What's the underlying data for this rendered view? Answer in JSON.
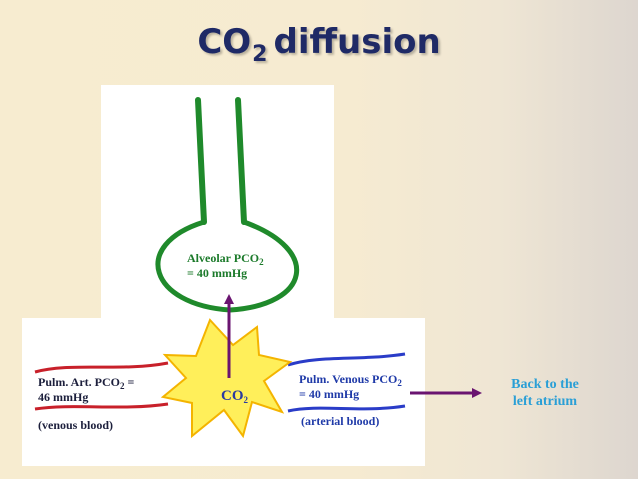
{
  "title": {
    "main": "CO",
    "sub": "2",
    "rest": "diffusion"
  },
  "alveolar": {
    "line1_a": "Alveolar PCO",
    "line1_sub": "2",
    "line2": "= 40 mmHg"
  },
  "artery": {
    "line1_a": "Pulm. Art. PCO",
    "line1_sub": "2",
    "line1_b": " =",
    "line2": "46 mmHg",
    "note": "(venous blood)"
  },
  "center": {
    "a": "CO",
    "sub": "2"
  },
  "vein": {
    "line1_a": "Pulm. Venous PCO",
    "line1_sub": "2",
    "line2": "= 40 mmHg",
    "note": "(arterial blood)"
  },
  "destination": {
    "line1": "Back to the",
    "line2": "left atrium"
  },
  "colors": {
    "title": "#1f2a66",
    "airway": "#1f8a2b",
    "artery_line": "#c8202a",
    "vein_line": "#2a3cc8",
    "arrow": "#6a1470",
    "starburst": "#ffef5a",
    "destination_text": "#2a9fd6"
  }
}
